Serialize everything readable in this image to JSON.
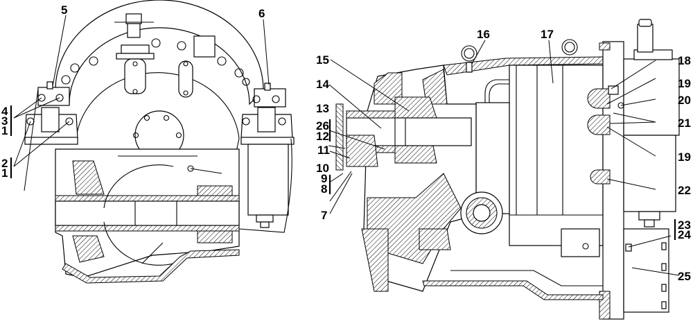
{
  "figure": {
    "type": "technical cross-section drawing",
    "views": [
      "front-view",
      "side-section-view"
    ],
    "line_color": "#000000",
    "background": "#ffffff"
  },
  "callouts": {
    "front_view": [
      {
        "id": "c5",
        "text": "5"
      },
      {
        "id": "c6",
        "text": "6"
      },
      {
        "id": "c4",
        "text": "4"
      },
      {
        "id": "c3",
        "text": "3"
      },
      {
        "id": "c1a",
        "text": "1"
      },
      {
        "id": "c2",
        "text": "2"
      },
      {
        "id": "c1b",
        "text": "1"
      }
    ],
    "section_view": [
      {
        "id": "c15",
        "text": "15"
      },
      {
        "id": "c14",
        "text": "14"
      },
      {
        "id": "c13",
        "text": "13"
      },
      {
        "id": "c26",
        "text": "26"
      },
      {
        "id": "c12",
        "text": "12"
      },
      {
        "id": "c11",
        "text": "11"
      },
      {
        "id": "c10",
        "text": "10"
      },
      {
        "id": "c9",
        "text": "9"
      },
      {
        "id": "c8",
        "text": "8"
      },
      {
        "id": "c7",
        "text": "7"
      },
      {
        "id": "c16",
        "text": "16"
      },
      {
        "id": "c17",
        "text": "17"
      },
      {
        "id": "c18",
        "text": "18"
      },
      {
        "id": "c19a",
        "text": "19"
      },
      {
        "id": "c20",
        "text": "20"
      },
      {
        "id": "c21",
        "text": "21"
      },
      {
        "id": "c19b",
        "text": "19"
      },
      {
        "id": "c22",
        "text": "22"
      },
      {
        "id": "c23",
        "text": "23"
      },
      {
        "id": "c24",
        "text": "24"
      },
      {
        "id": "c25",
        "text": "25"
      }
    ]
  }
}
